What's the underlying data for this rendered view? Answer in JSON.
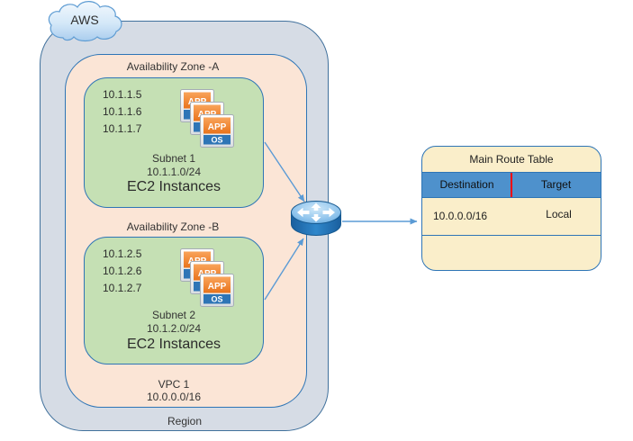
{
  "cloud": {
    "label": "AWS"
  },
  "region": {
    "label": "Region"
  },
  "vpc": {
    "name": "VPC 1",
    "cidr": "10.0.0.0/16"
  },
  "zones": [
    {
      "label": "Availability Zone -A",
      "subnet": {
        "name": "Subnet 1",
        "cidr": "10.1.1.0/24",
        "caption": "EC2 Instances",
        "ips": [
          "10.1.1.5",
          "10.1.1.6",
          "10.1.1.7"
        ]
      }
    },
    {
      "label": "Availability Zone -B",
      "subnet": {
        "name": "Subnet 2",
        "cidr": "10.1.2.0/24",
        "caption": "EC2 Instances",
        "ips": [
          "10.1.2.5",
          "10.1.2.6",
          "10.1.2.7"
        ]
      }
    }
  ],
  "ec2_icon": {
    "app": "APP",
    "os": "OS"
  },
  "route_table": {
    "title": "Main Route Table",
    "columns": [
      "Destination",
      "Target"
    ],
    "rows": [
      {
        "destination": "10.0.0.0/16",
        "target": "Local"
      }
    ]
  },
  "colors": {
    "region_fill": "#d6dce5",
    "region_border": "#41719c",
    "vpc_fill": "#fbe5d6",
    "subnet_fill": "#c5e0b4",
    "box_border": "#2e75b6",
    "table_fill": "#faeeca",
    "table_header_fill": "#4e91cc",
    "header_divider_red": "#ff0000",
    "connector_blue": "#5b9bd5",
    "ec2_app_orange": "#ed7d31",
    "ec2_os_blue": "#2e75b6"
  }
}
